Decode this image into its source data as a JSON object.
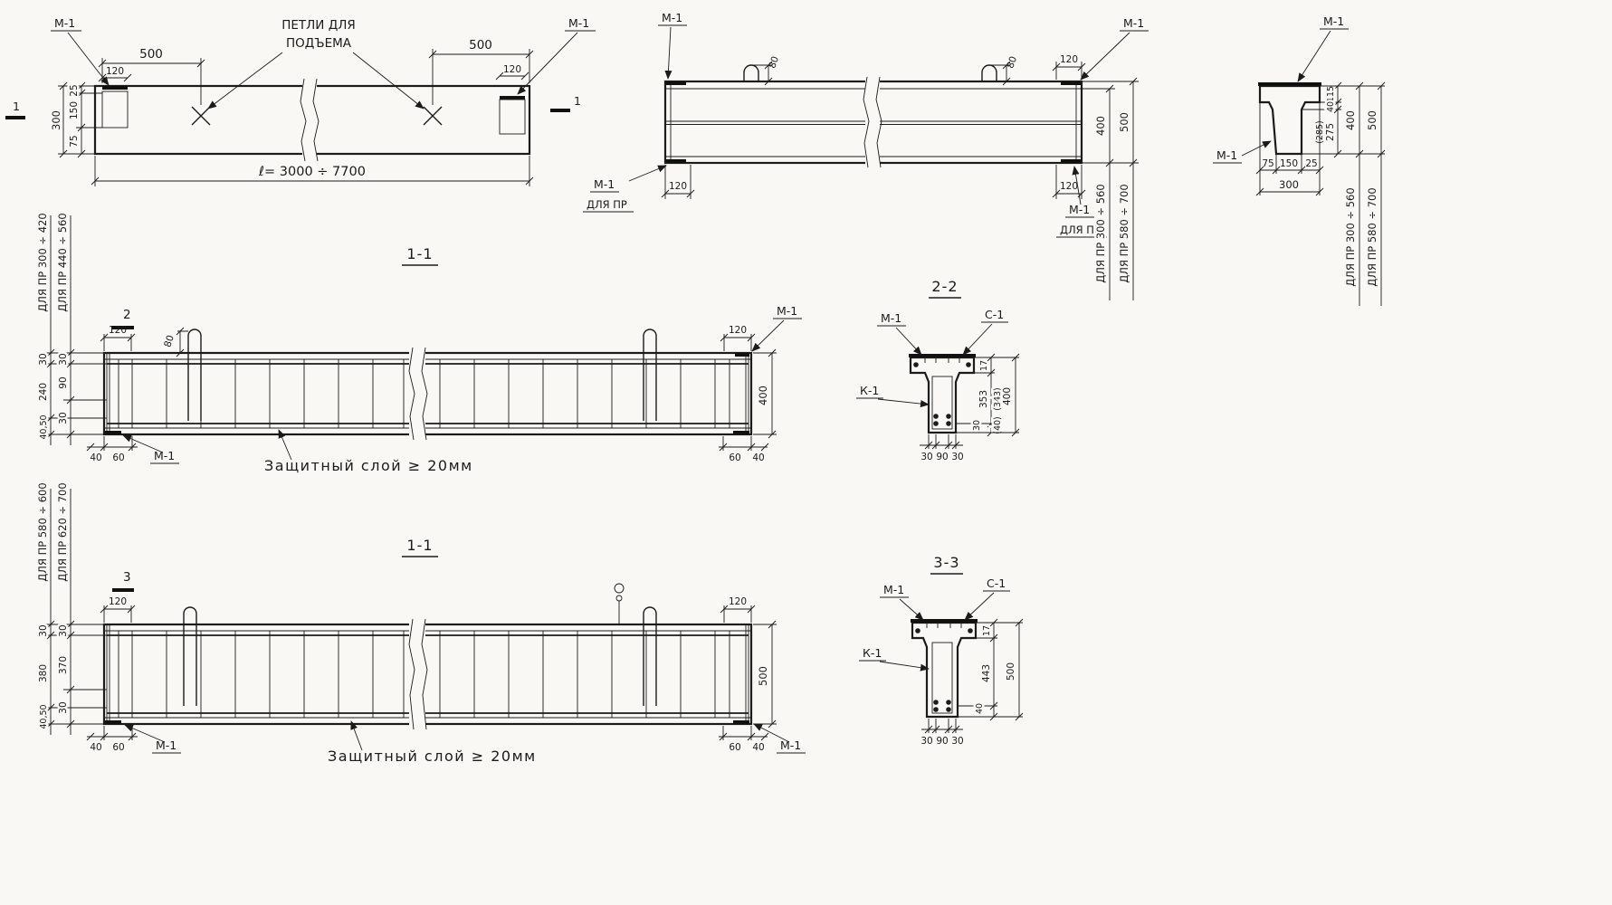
{
  "colors": {
    "ink": "#1b1b1b",
    "paper": "#f9f8f4"
  },
  "labels": {
    "m1": "М-1",
    "dlya_pr": "ДЛЯ ПР",
    "k1": "К-1",
    "c1": "С-1",
    "petli_line1": "ПЕТЛИ ДЛЯ",
    "petli_line2": "ПОДЪЕМА",
    "length_total": "ℓ= 3000 ÷ 7700",
    "section_11": "1-1",
    "section_22": "2-2",
    "section_33": "3-3",
    "cut_1": "1",
    "cut_2": "2",
    "cut_3": "3",
    "cover_note": "Защитный слой ≥ 20мм",
    "range_300_560": "ДЛЯ ПР 300 ÷ 560",
    "range_580_700": "ДЛЯ ПР 580 ÷ 700",
    "range_300_420": "ДЛЯ ПР 300 ÷ 420",
    "range_440_560": "ДЛЯ ПР 440 ÷ 560",
    "range_580_600": "ДЛЯ ПР 580 ÷ 600",
    "range_620_700": "ДЛЯ ПР 620 ÷ 700"
  },
  "dims": {
    "d500": "500",
    "d400": "400",
    "d300": "300",
    "d120": "120",
    "d80": "80",
    "d25": "25",
    "d150": "150",
    "d75": "75",
    "d115": "115",
    "d40": "40",
    "d275": "275",
    "p285": "(285)",
    "d17": "17",
    "d353": "353",
    "p343": "(343)",
    "d30": "30",
    "d90": "90",
    "d240": "240",
    "d4050": "40,50",
    "d60": "60",
    "d380": "380",
    "d370": "370",
    "d443": "443",
    "p40": "(40)"
  }
}
